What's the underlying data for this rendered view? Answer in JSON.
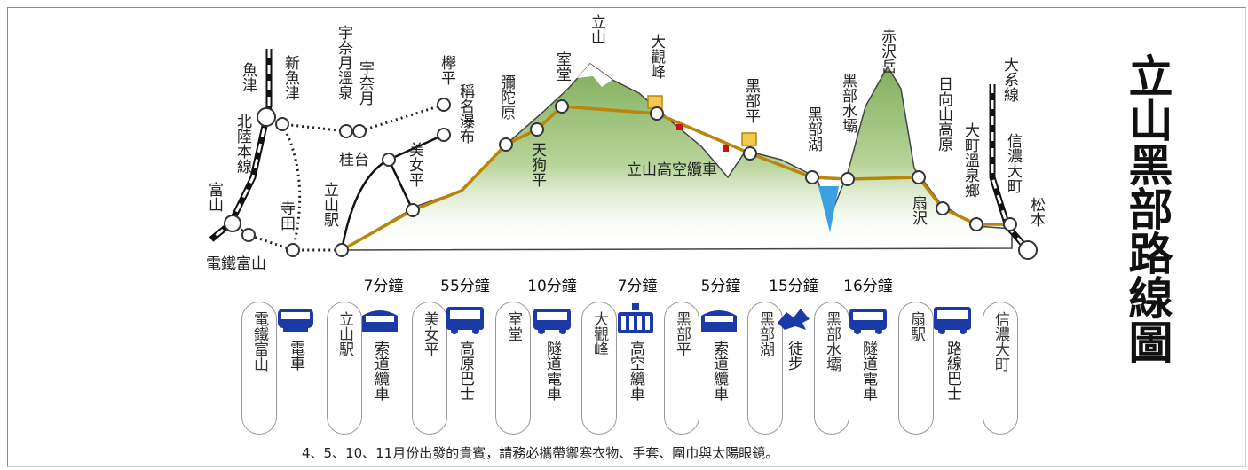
{
  "title": "立山黑部路線圖",
  "map_labels": {
    "uozu": "魚津",
    "shin_uozu": "新魚津",
    "unazuki_onsen": "宇奈月溫泉",
    "unazuki": "宇奈月",
    "keyakidaira": "欅平",
    "hokuriku_line": "北陸本線",
    "toyama": "富山",
    "dentetsu_toyama": "電鐵富山",
    "terada": "寺田",
    "katsuradai": "桂台",
    "tateyama_st": "立山駅",
    "bijodaira": "美女平",
    "shomyo_falls": "稱名瀑布",
    "midagahara": "彌陀原",
    "tengudaira": "天狗平",
    "murodo": "室堂",
    "mt_tateyama": "立山",
    "daikanbo": "大觀峰",
    "ropeway": "立山高空纜車",
    "kurobedaira": "黑部平",
    "kurobeko": "黑部湖",
    "kurobe_dam": "黑部水壩",
    "akazawadake": "赤沢岳",
    "hinata_kogen": "日向山高原",
    "omachi_onsen": "大町溫泉鄉",
    "ogizawa": "扇沢",
    "oito_line": "大系線",
    "shinano_omachi": "信濃大町",
    "matsumoto": "松本"
  },
  "durations": [
    "7分鐘",
    "55分鐘",
    "10分鐘",
    "7分鐘",
    "5分鐘",
    "15分鐘",
    "16分鐘"
  ],
  "stations": [
    "電鐵富山",
    "立山駅",
    "美女平",
    "室堂",
    "大觀峰",
    "黑部平",
    "黑部湖",
    "黑部水壩",
    "扇駅",
    "信濃大町"
  ],
  "modes": [
    {
      "label": "電車",
      "icon": "train-icon"
    },
    {
      "label": "索道纜車",
      "icon": "cable-car-icon"
    },
    {
      "label": "高原巴士",
      "icon": "bus-icon"
    },
    {
      "label": "隧道電車",
      "icon": "trolley-bus-icon"
    },
    {
      "label": "高空纜車",
      "icon": "ropeway-icon"
    },
    {
      "label": "索道纜車",
      "icon": "cable-car-icon"
    },
    {
      "label": "徒步",
      "icon": "walking-icon"
    },
    {
      "label": "隧道電車",
      "icon": "trolley-bus-icon"
    },
    {
      "label": "路線巴士",
      "icon": "bus-icon"
    }
  ],
  "note": "4、5、10、11月份出發的貴賓，請務必攜帶禦寒衣物、手套、圍巾與太陽眼鏡。",
  "colors": {
    "route": "#b8860b",
    "mountain": "#8fb76a",
    "icon_blue": "#1a3aa8",
    "water": "#3aa0e0"
  }
}
